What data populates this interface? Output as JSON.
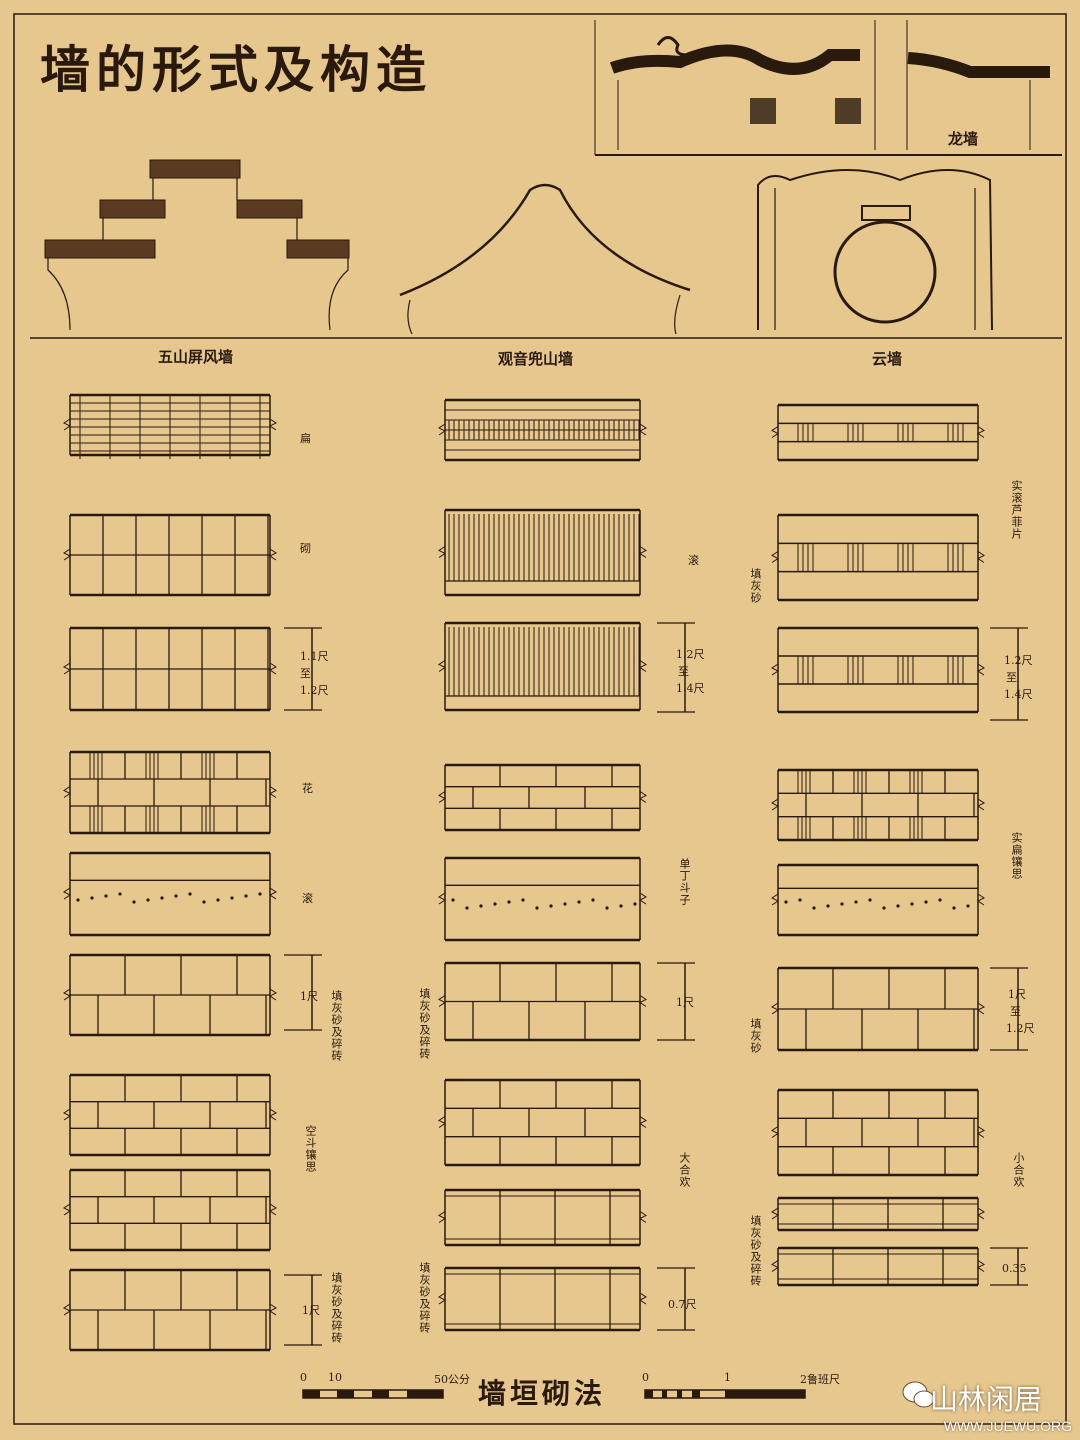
{
  "title": "墙的形式及构造",
  "subtitle": "墙垣砌法",
  "elevations": {
    "dragon_wall": "龙墙",
    "five_peak_wall": "五山屏风墙",
    "guanyin_wall": "观音兜山墙",
    "cloud_wall": "云墙"
  },
  "left_labels": {
    "a": "扁",
    "b": "砌",
    "dim1_top": "1.1尺",
    "dim1_mid": "至",
    "dim1_bot": "1.2尺",
    "c": "花",
    "d": "滚",
    "dim2": "1尺",
    "fill1": "填灰砂及碎砖",
    "e": "空斗镶思",
    "fill2": "填灰砂及碎砖",
    "dim3": "1尺"
  },
  "middle_labels": {
    "a": "滚",
    "dim1_top": "1.2尺",
    "dim1_mid": "至",
    "dim1_bot": "1.4尺",
    "b": "单丁斗子",
    "fill1": "填灰砂及碎砖",
    "dim2": "1尺",
    "c": "大合欢",
    "fill2": "填灰砂及碎砖",
    "dim3": "0.7尺"
  },
  "right_labels": {
    "a": "实滚芦菲片",
    "fill1": "填灰砂",
    "dim1_top": "1.2尺",
    "dim1_mid": "至",
    "dim1_bot": "1.4尺",
    "b": "实扁镶思",
    "dim2_top": "1尺",
    "dim2_mid": "至",
    "dim2_bot": "1.2尺",
    "fill2": "填灰砂",
    "c": "小合欢",
    "fill3": "填灰砂及碎砖",
    "dim3": "0.35"
  },
  "scales": {
    "metric": [
      "0",
      "10",
      "50公分"
    ],
    "luban": [
      "0",
      "1",
      "2鲁班尺"
    ]
  },
  "watermark": {
    "name": "山林闲居",
    "site": "WWW.JUEWU.ORG",
    "icon": "wechat-icon"
  },
  "colors": {
    "paper": "#e6c78e",
    "ink": "#2a1a0e"
  }
}
